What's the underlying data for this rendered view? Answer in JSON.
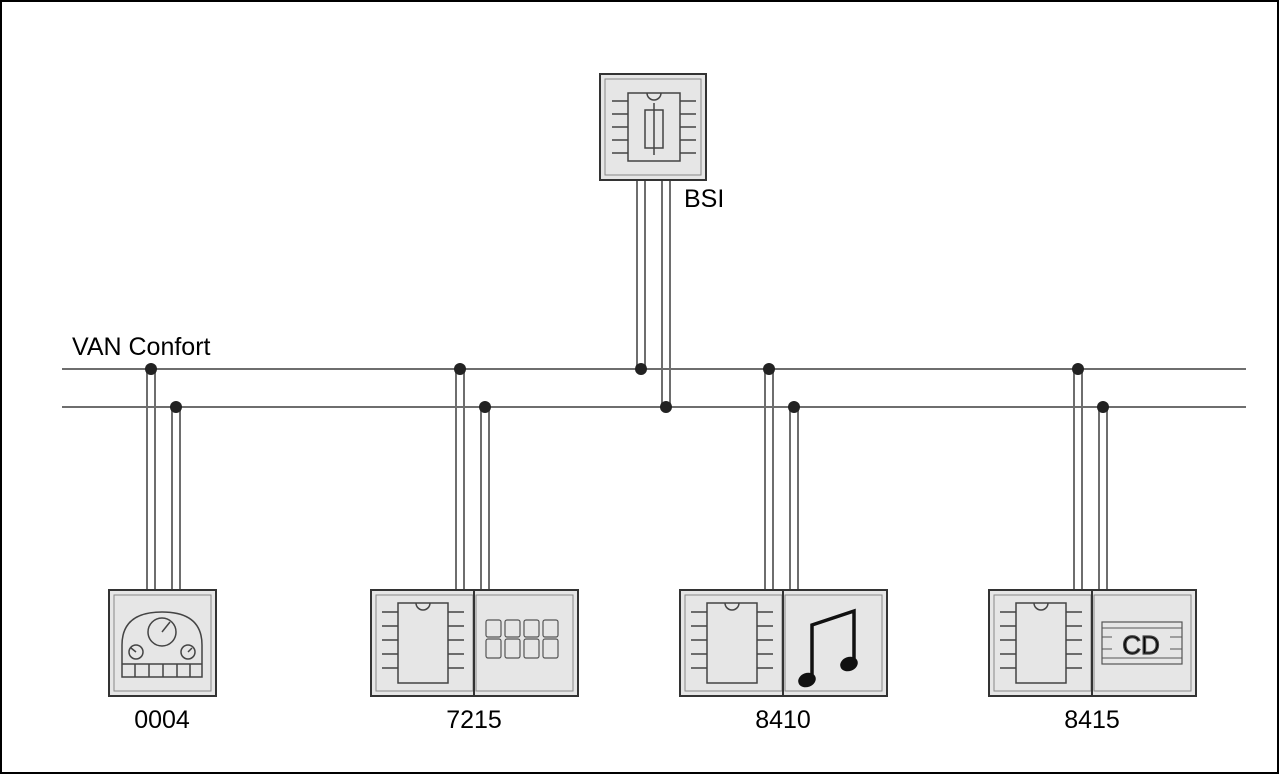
{
  "diagram": {
    "bus_label": "VAN Confort",
    "nodes": {
      "bsi": {
        "label": "BSI",
        "icon": "bsi-fuse-module-icon"
      },
      "n0004": {
        "label": "0004",
        "icon": "instrument-cluster-gauge-icon"
      },
      "n7215": {
        "label": "7215",
        "icon": "segment-display-icon"
      },
      "n8410": {
        "label": "8410",
        "icon": "music-note-icon"
      },
      "n8415": {
        "label": "8415",
        "icon": "cd-player-icon"
      }
    },
    "colors": {
      "box_fill": "#e6e6e6",
      "line": "#6e6e6e",
      "dot": "#222222",
      "frame": "#000000"
    }
  }
}
